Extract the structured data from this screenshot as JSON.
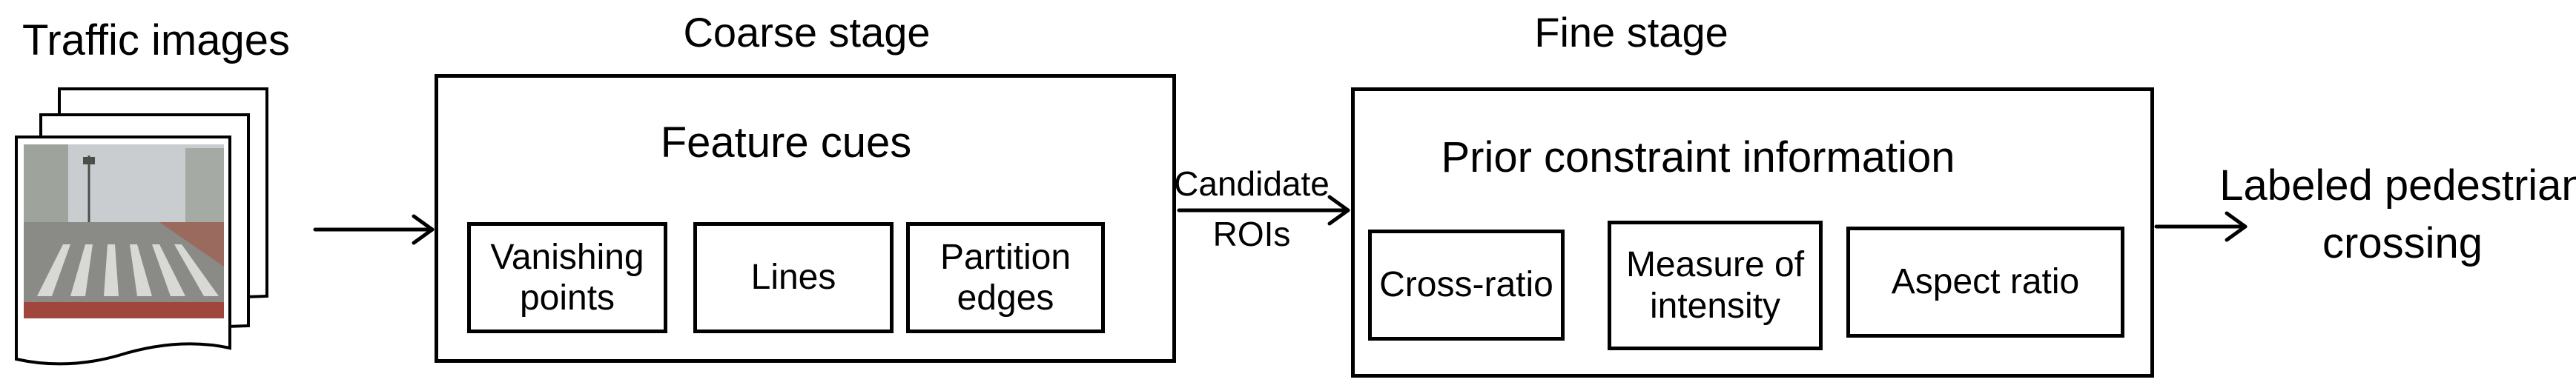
{
  "input": {
    "label": "Traffic images"
  },
  "coarse_stage": {
    "title": "Coarse stage",
    "group_title": "Feature cues",
    "items": [
      {
        "label": "Vanishing\npoints"
      },
      {
        "label": "Lines"
      },
      {
        "label": "Partition\nedges"
      }
    ]
  },
  "connector": {
    "line1": "Candidate",
    "line2": "ROIs"
  },
  "fine_stage": {
    "title": "Fine stage",
    "group_title": "Prior constraint information",
    "items": [
      {
        "label": "Cross-ratio"
      },
      {
        "label": "Measure of\nintensity"
      },
      {
        "label": "Aspect ratio"
      }
    ]
  },
  "output": {
    "line1": "Labeled pedestrian",
    "line2": "crossing"
  },
  "colors": {
    "stroke": "#000000",
    "road": "#8a8a86",
    "sky": "#c9cdd0"
  }
}
